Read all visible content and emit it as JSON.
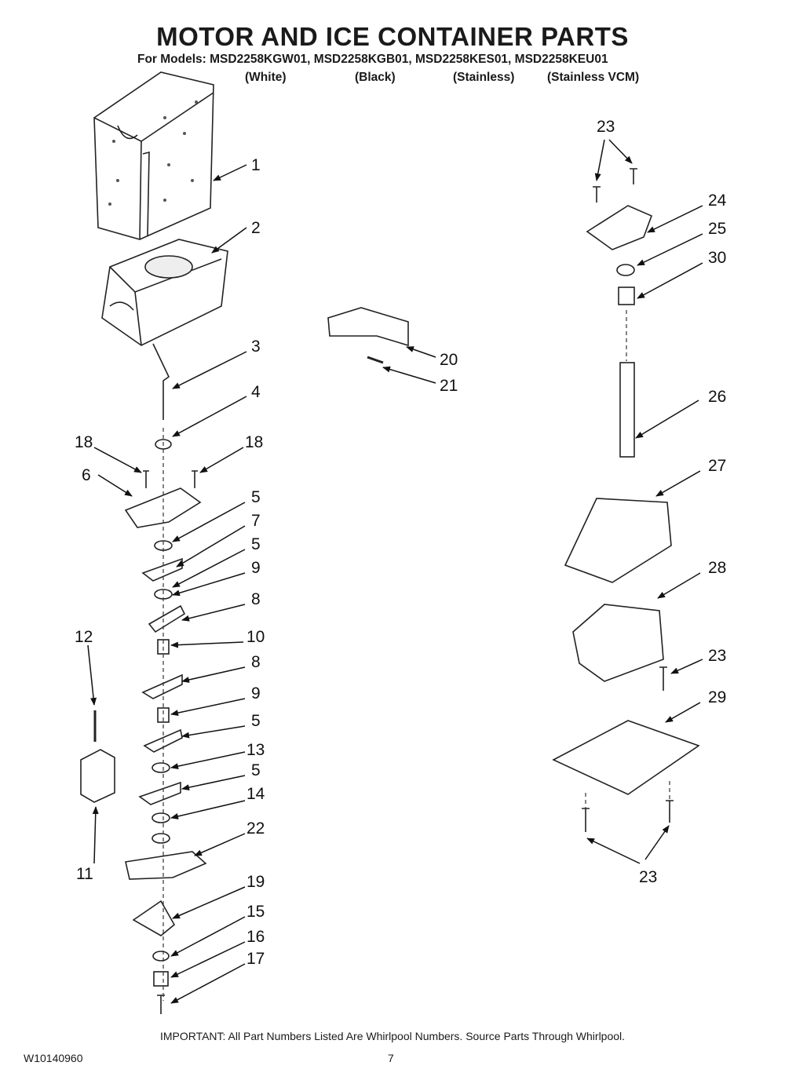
{
  "header": {
    "title": "MOTOR AND ICE CONTAINER PARTS",
    "models_line": "For Models: MSD2258KGW01, MSD2258KGB01, MSD2258KES01, MSD2258KEU01",
    "variants": [
      "(White)",
      "(Black)",
      "(Stainless)",
      "(Stainless VCM)"
    ]
  },
  "callouts": {
    "c1": "1",
    "c2": "2",
    "c3": "3",
    "c4": "4",
    "c18a": "18",
    "c18b": "18",
    "c6": "6",
    "c5a": "5",
    "c7": "7",
    "c5b": "5",
    "c9a": "9",
    "c8a": "8",
    "c10": "10",
    "c12": "12",
    "c8b": "8",
    "c9b": "9",
    "c5c": "5",
    "c13": "13",
    "c5d": "5",
    "c14": "14",
    "c11": "11",
    "c22": "22",
    "c19": "19",
    "c15": "15",
    "c16": "16",
    "c17": "17",
    "c20": "20",
    "c21": "21",
    "c23a": "23",
    "c24": "24",
    "c25": "25",
    "c30": "30",
    "c26": "26",
    "c27": "27",
    "c28": "28",
    "c23b": "23",
    "c29": "29",
    "c23c": "23"
  },
  "footer": {
    "note": "IMPORTANT: All Part Numbers Listed Are Whirlpool Numbers. Source Parts Through Whirlpool.",
    "doc_number": "W10140960",
    "page": "7"
  }
}
